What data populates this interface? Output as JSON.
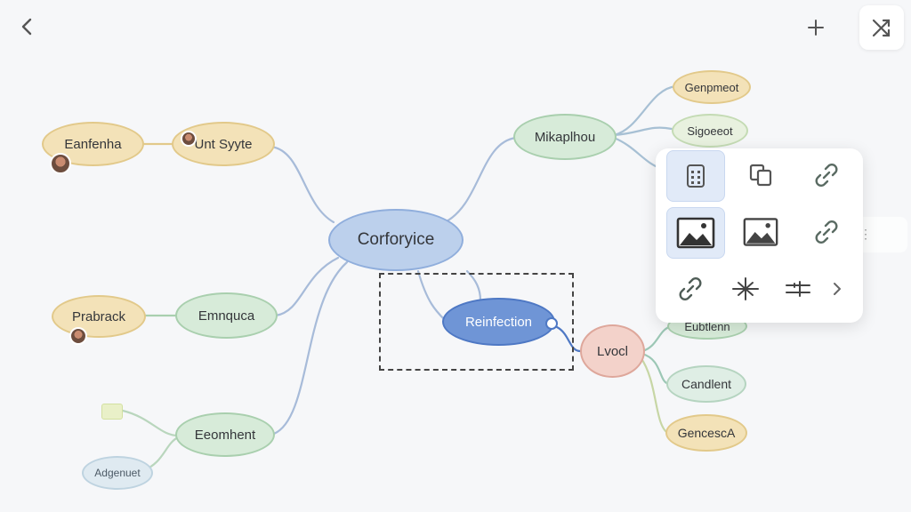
{
  "toolbar": {
    "back_icon": "chevron-left-icon",
    "add_icon": "plus-icon",
    "layout_icon": "shuffle-arrows-icon"
  },
  "central": {
    "label": "Corforyice"
  },
  "branches": {
    "top_left": {
      "label": "Unt Syyte",
      "child": "Eanfenha"
    },
    "mid_left": {
      "label": "Emnquca",
      "child": "Prabrack"
    },
    "bottom_left": {
      "label": "Eeomhent",
      "child": "Adgenuet"
    },
    "top_right": {
      "label": "Mikaplhou",
      "children": [
        "Genpmeot",
        "Sigoeeot"
      ]
    },
    "selected": {
      "label": "Reinfection"
    },
    "right": {
      "label": "Lvocl",
      "children": [
        "Eubtlenn",
        "Candlent",
        "GencescA"
      ]
    }
  },
  "panel": {
    "row1": [
      "calculator-icon",
      "copy-icon",
      "link-icon"
    ],
    "row2": [
      "image-icon",
      "image-icon",
      "link-icon"
    ],
    "row3": [
      "link-icon",
      "sparkle-icon",
      "align-icon",
      "chevron-right-icon"
    ]
  },
  "colors": {
    "beige": "#f3e2b8",
    "green": "#d7ebd9",
    "blue": "#bcd0ec",
    "selected_blue": "#6f95d6",
    "pink": "#f3d2ca",
    "line_blue": "#9fb6d9",
    "line_green": "#9cc7b5"
  }
}
